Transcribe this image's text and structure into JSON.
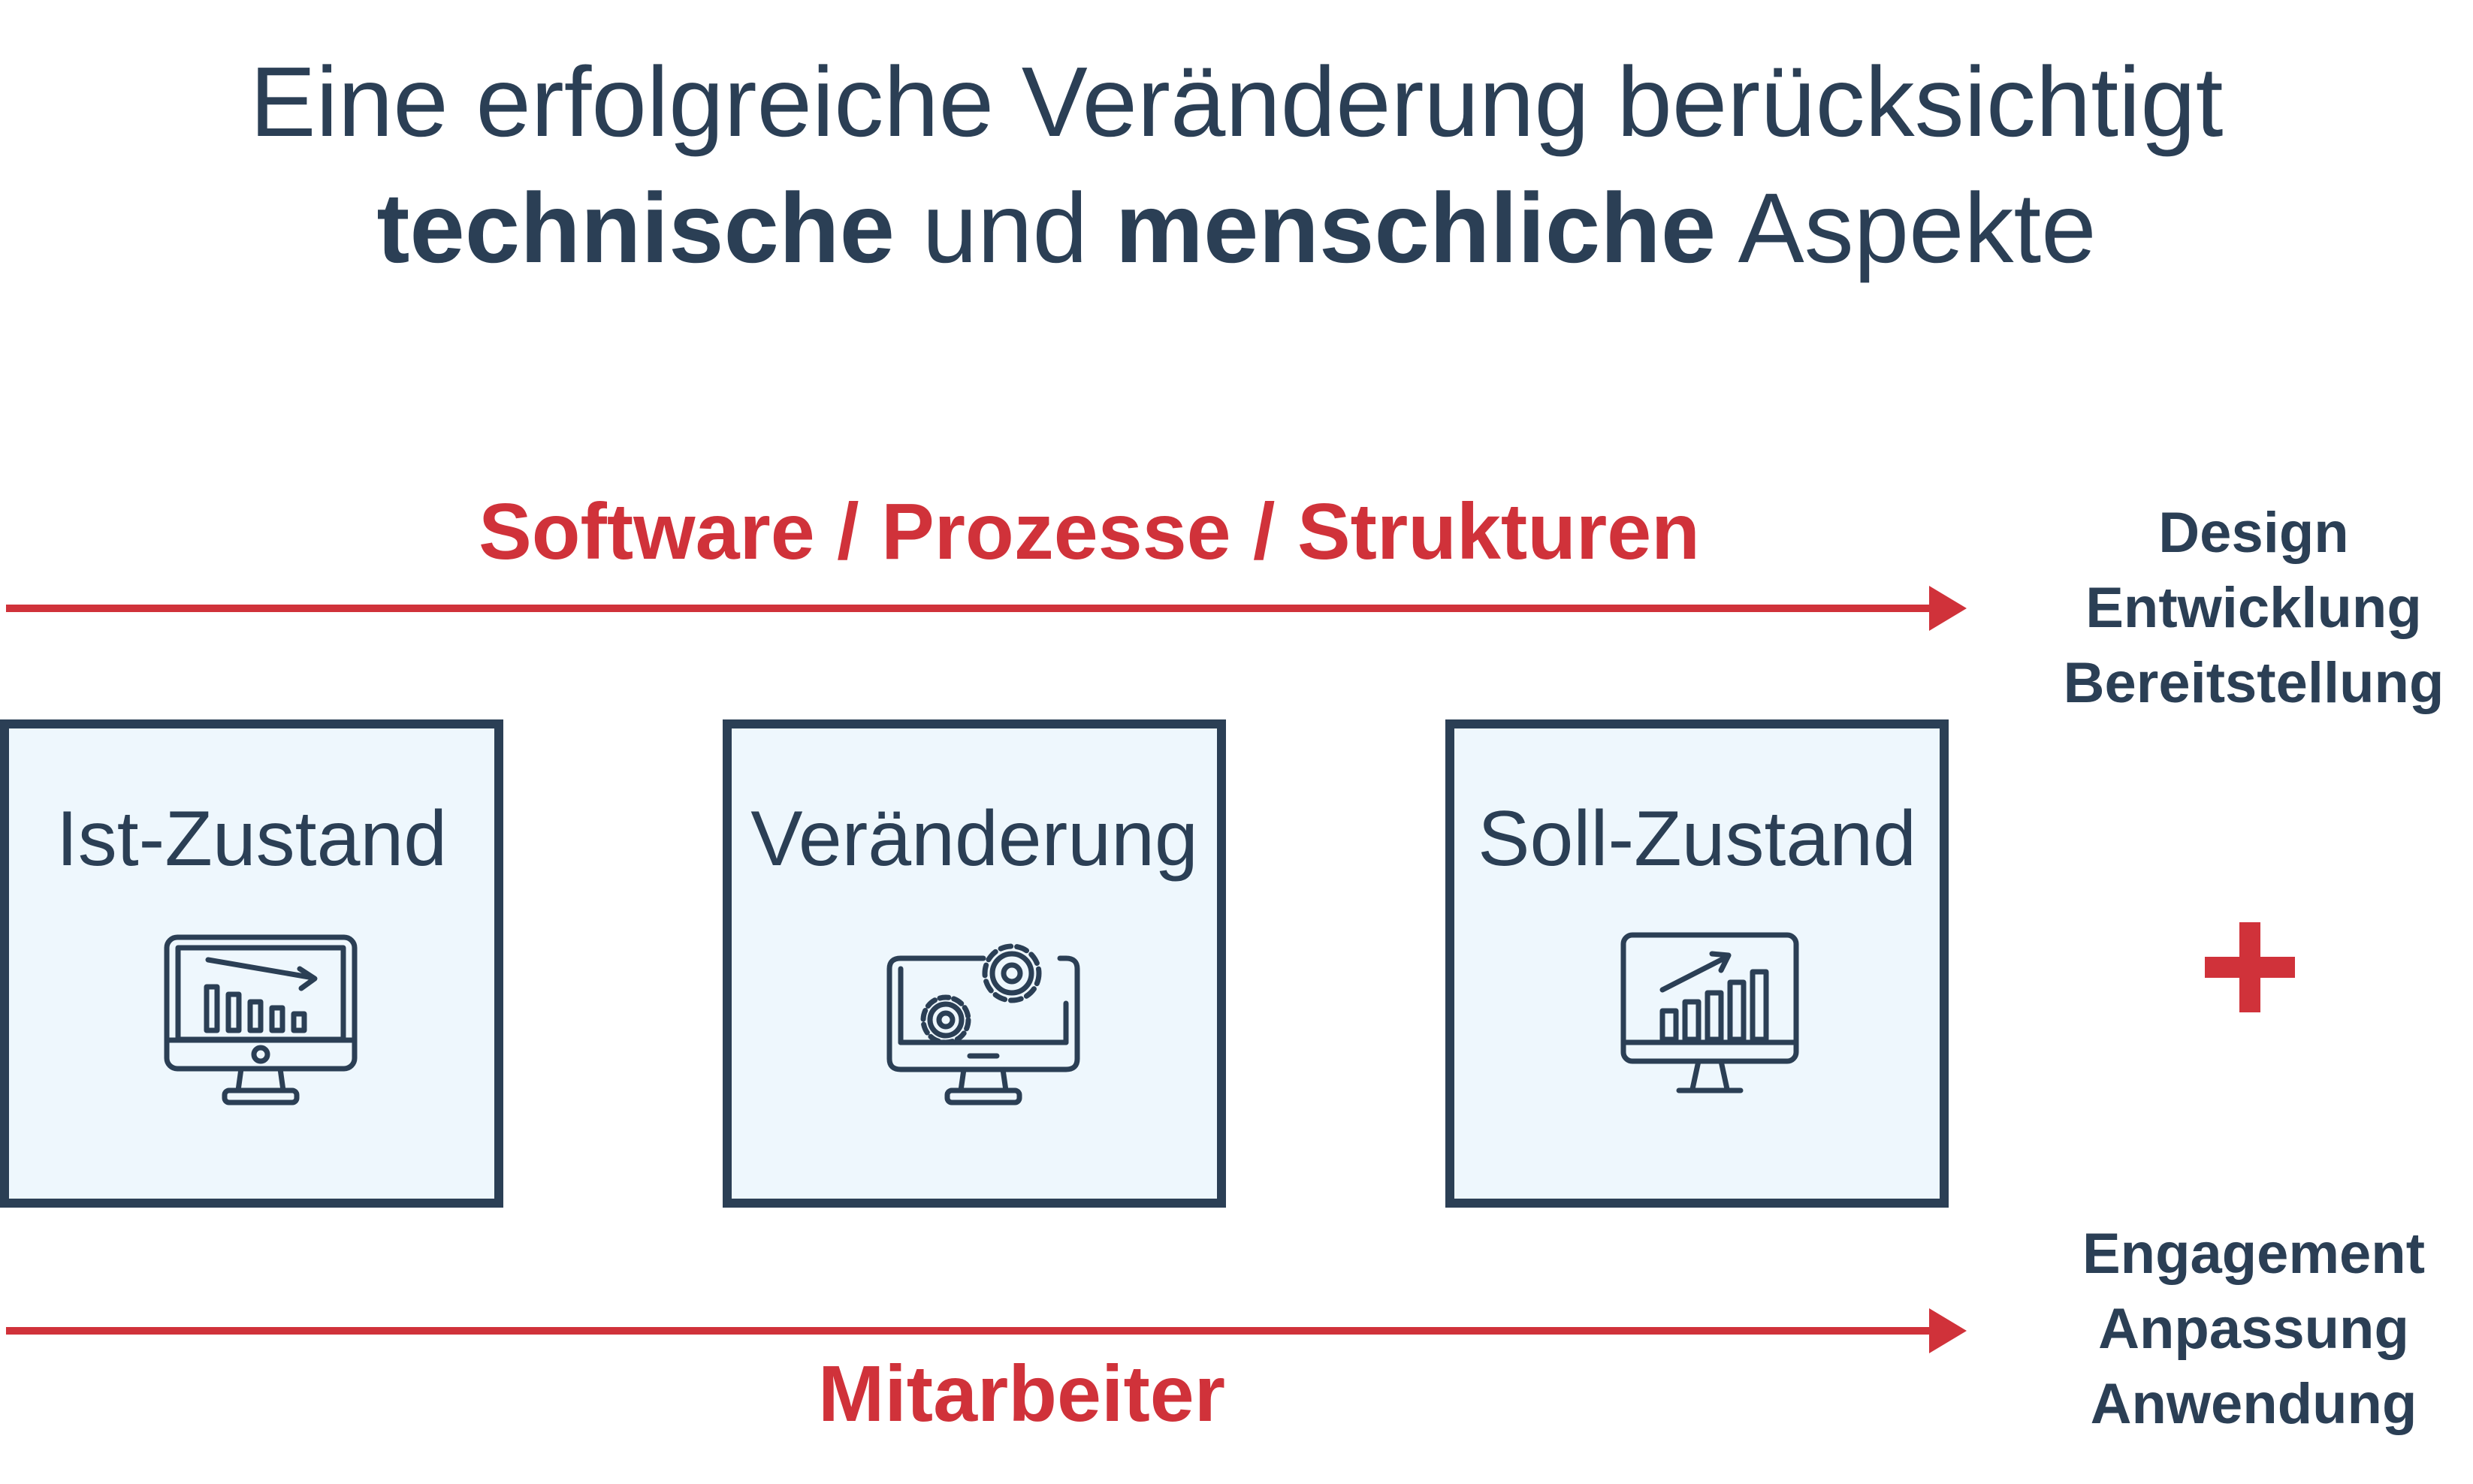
{
  "title": {
    "line1": "Eine erfolgreiche Veränderung berücksichtigt",
    "line2_bold_a": "technische",
    "line2_mid": " und ",
    "line2_bold_b": "menschliche",
    "line2_end": " Aspekte"
  },
  "technical_flow": {
    "label": "Software / Prozesse / Strukturen",
    "aspects": [
      "Design",
      "Entwicklung",
      "Bereitstellung"
    ]
  },
  "human_flow": {
    "label": "Mitarbeiter",
    "aspects": [
      "Engagement",
      "Anpassung",
      "Anwendung"
    ]
  },
  "stages": [
    {
      "label": "Ist-Zustand",
      "icon": "monitor-declining-chart-icon"
    },
    {
      "label": "Veränderung",
      "icon": "monitor-gears-icon"
    },
    {
      "label": "Soll-Zustand",
      "icon": "monitor-rising-chart-icon"
    }
  ],
  "colors": {
    "navy": "#2b3f55",
    "accent_red": "#d0323a",
    "box_fill": "#eef7fd"
  }
}
